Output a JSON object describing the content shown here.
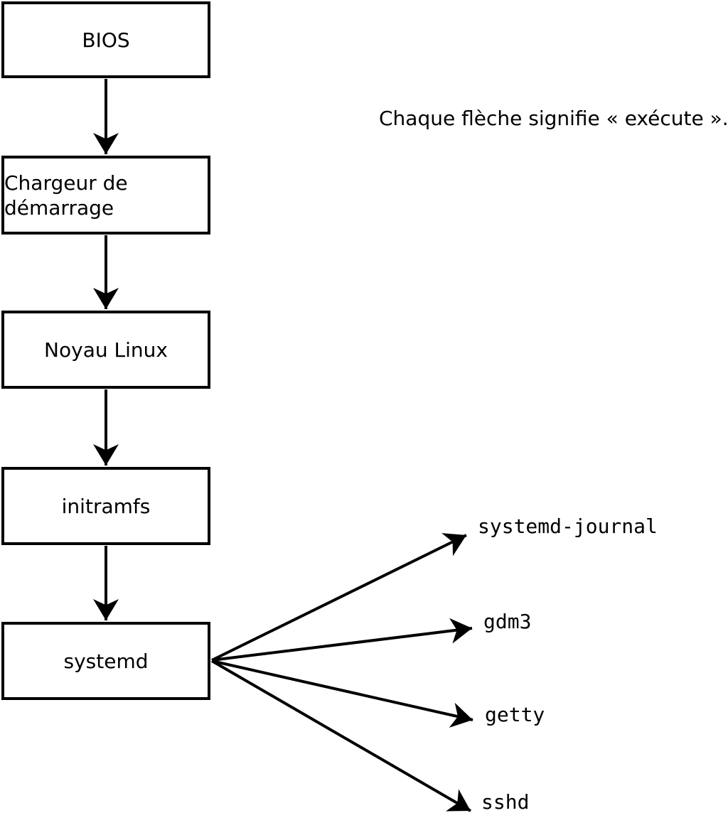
{
  "diagram": {
    "caption": "Chaque flèche signifie « exécute ».",
    "nodes": [
      {
        "id": "bios",
        "label": "BIOS"
      },
      {
        "id": "bootloader",
        "label": "Chargeur de démarrage"
      },
      {
        "id": "kernel",
        "label": "Noyau Linux"
      },
      {
        "id": "initramfs",
        "label": "initramfs"
      },
      {
        "id": "systemd",
        "label": "systemd"
      }
    ],
    "processes": [
      {
        "id": "systemd-journal",
        "label": "systemd-journal"
      },
      {
        "id": "gdm3",
        "label": "gdm3"
      },
      {
        "id": "getty",
        "label": "getty"
      },
      {
        "id": "sshd",
        "label": "sshd"
      }
    ],
    "edges": [
      {
        "from": "bios",
        "to": "bootloader",
        "meaning": "exécute"
      },
      {
        "from": "bootloader",
        "to": "kernel",
        "meaning": "exécute"
      },
      {
        "from": "kernel",
        "to": "initramfs",
        "meaning": "exécute"
      },
      {
        "from": "initramfs",
        "to": "systemd",
        "meaning": "exécute"
      },
      {
        "from": "systemd",
        "to": "systemd-journal",
        "meaning": "exécute"
      },
      {
        "from": "systemd",
        "to": "gdm3",
        "meaning": "exécute"
      },
      {
        "from": "systemd",
        "to": "getty",
        "meaning": "exécute"
      },
      {
        "from": "systemd",
        "to": "sshd",
        "meaning": "exécute"
      }
    ],
    "colors": {
      "line": "#000000",
      "box_fill": "#ffffff",
      "background": "#ffffff"
    }
  }
}
